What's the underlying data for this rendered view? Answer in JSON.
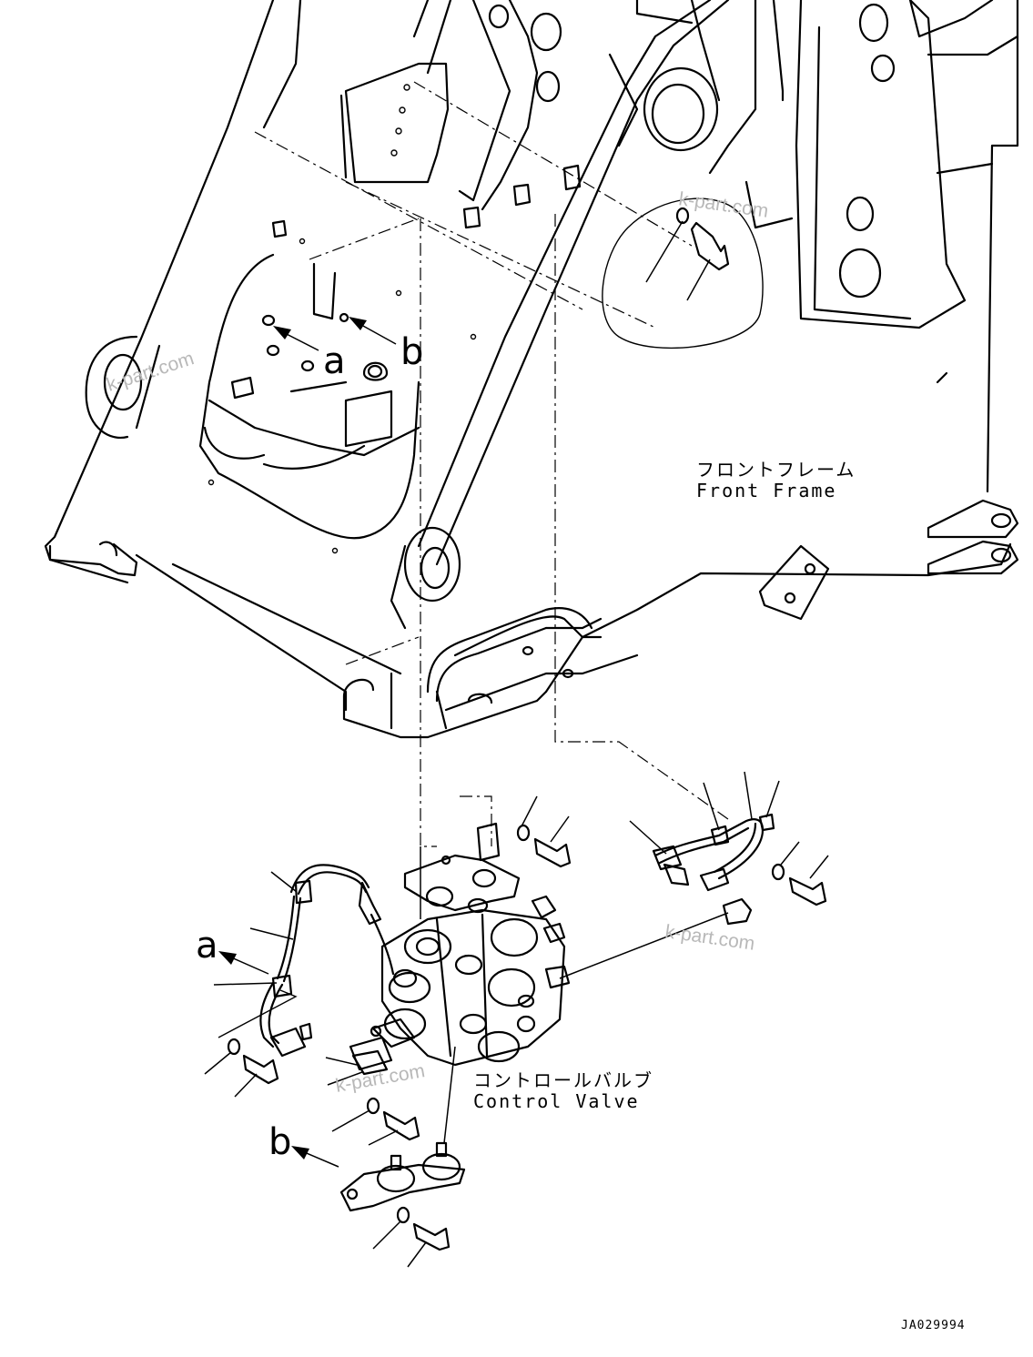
{
  "labels": {
    "front_frame_jp": "フロントフレーム",
    "front_frame_en": "Front Frame",
    "control_valve_jp": "コントロールバルブ",
    "control_valve_en": "Control Valve",
    "ref_a": "a",
    "ref_b": "b",
    "drawing_code": "JA029994"
  },
  "watermarks": [
    "k-part.com",
    "k-part.com",
    "k-part.com",
    "k-part.com"
  ]
}
